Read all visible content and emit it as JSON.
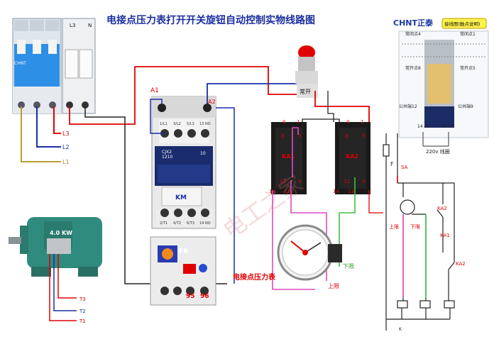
{
  "title": "电接点压力表打开开关旋钮自动控制实物线路图",
  "breaker": {
    "brand": "CHNT",
    "l3": "L3",
    "n": "N",
    "wires": [
      "L3",
      "L2",
      "L1"
    ]
  },
  "contactor": {
    "a1": "A1",
    "a2": "A2",
    "top_terminals": [
      "1/L1",
      "3/L2",
      "5/L3",
      "13 NO"
    ],
    "model": "CJX2\n1210",
    "rating": "10",
    "name": "KM",
    "bottom_terminals": [
      "2/T1",
      "4/T2",
      "6/T3",
      "14 NO"
    ]
  },
  "overload": {
    "name": "FR",
    "t95": "95",
    "t96": "96"
  },
  "motor": {
    "power": "4.0 KW",
    "wires": [
      "T3",
      "T2",
      "T1"
    ]
  },
  "button": {
    "label": "常开"
  },
  "relays": [
    {
      "name": "KA1",
      "pins": [
        "4",
        "8",
        "1",
        "5",
        "12",
        "9",
        "14",
        "13"
      ]
    },
    {
      "name": "KA2",
      "pins": [
        "4",
        "8",
        "1",
        "5",
        "12",
        "9",
        "14",
        "13"
      ]
    }
  ],
  "gauge": {
    "label": "电接点压力表",
    "lower": "下限",
    "upper": "上限"
  },
  "relay_legend": {
    "brand": "CHNT正泰",
    "tag": "接线图(触点说明)",
    "nc4": "常闭点4",
    "nc1": "常闭点1",
    "no8": "常开点8",
    "no5": "常开点5",
    "common12": "公共端12",
    "common9": "公共端9",
    "a14": "14 A1",
    "a13": "A2 13",
    "coil": "220v 线圈"
  },
  "schematic": {
    "f": "F",
    "sa": "SA",
    "upper": "上限",
    "lower": "下限",
    "ka2_top": "KA2",
    "ka1": "KA1",
    "ka2_right": "KA2",
    "bottom": "K"
  },
  "watermark": "电工之家"
}
